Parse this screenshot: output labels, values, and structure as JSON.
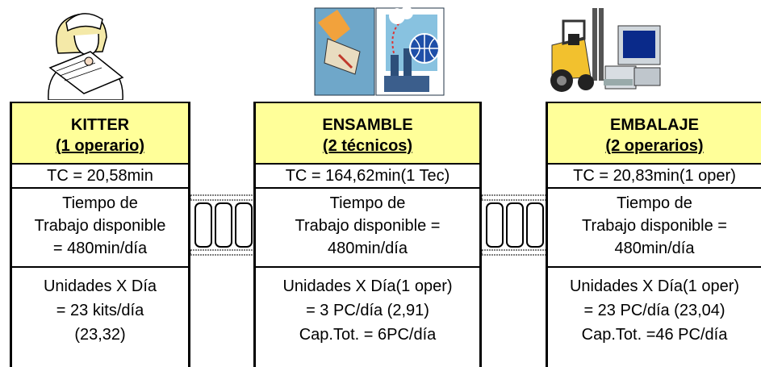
{
  "stations": [
    {
      "name": "KITTER",
      "staff": "(1 operario)",
      "tc": "TC = 20,58min",
      "available": [
        "Tiempo de",
        "Trabajo disponible",
        "= 480min/día"
      ],
      "units": [
        "Unidades X Día",
        "= 23 kits/día",
        "(23,32)"
      ],
      "icon": "engineer-with-blueprint-icon"
    },
    {
      "name": "ENSAMBLE",
      "staff": "(2 técnicos)",
      "tc": "TC = 164,62min(1 Tec)",
      "available": [
        "Tiempo de",
        "Trabajo disponible =",
        "480min/día"
      ],
      "units": [
        "Unidades X Día(1 oper)",
        "= 3 PC/día (2,91)",
        "Cap.Tot. = 6PC/día"
      ],
      "icon": "factory-globe-icon"
    },
    {
      "name": "EMBALAJE",
      "staff": "(2 operarios)",
      "tc": "TC = 20,83min(1 oper)",
      "available": [
        "Tiempo de",
        "Trabajo disponible =",
        "480min/día"
      ],
      "units": [
        "Unidades X Día(1 oper)",
        "= 23 PC/día (23,04)",
        "Cap.Tot. =46 PC/día"
      ],
      "icon": "forklift-computer-icon"
    }
  ],
  "connectors": [
    "conveyor-icon",
    "conveyor-icon"
  ],
  "colors": {
    "header_fill": "#ffff99",
    "border": "#000000"
  }
}
